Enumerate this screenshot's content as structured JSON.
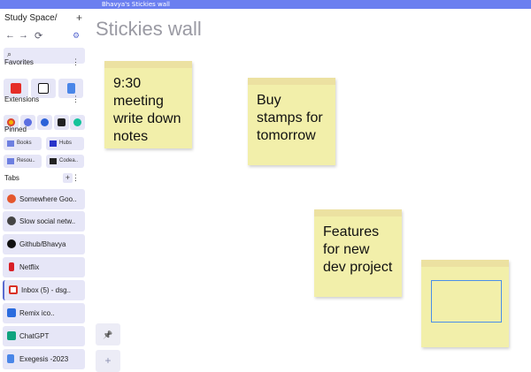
{
  "window": {
    "tab_title": "Bhavya's Stickies wall"
  },
  "sidebar": {
    "space_title": "Study Space/",
    "add_label": "+",
    "nav": {
      "back": "←",
      "forward": "→",
      "reload": "⟳",
      "settings": "⚙"
    },
    "search_icon": "⌕",
    "favorites": {
      "title": "Favorites",
      "items": [
        {
          "name": "youtube",
          "color": "#e52d27"
        },
        {
          "name": "notion",
          "color": "#111111"
        },
        {
          "name": "google-docs",
          "color": "#4a86e8"
        }
      ]
    },
    "extensions": {
      "title": "Extensions",
      "items": [
        {
          "name": "chrome-ext",
          "color": "#f4b400"
        },
        {
          "name": "wordpress-ext",
          "color": "#5b6ee1"
        },
        {
          "name": "blue-ext",
          "color": "#2b62d8"
        },
        {
          "name": "dark-ext",
          "color": "#222222"
        },
        {
          "name": "grammarly-ext",
          "color": "#15c39a"
        }
      ]
    },
    "pinned": {
      "title": "Pinned",
      "items": [
        {
          "label": "Books",
          "color": "#6d7fe0"
        },
        {
          "label": "Hubs",
          "color": "#2833c9"
        },
        {
          "label": "Resou..",
          "color": "#6d7fe0"
        },
        {
          "label": "Codea..",
          "color": "#222222"
        }
      ]
    },
    "tabs": {
      "title": "Tabs",
      "add_label": "+",
      "items": [
        {
          "label": "Somewhere Goo..",
          "color": "#e4572e"
        },
        {
          "label": "Slow social netw..",
          "color": "#444444"
        },
        {
          "label": "Github/Bhavya",
          "color": "#111111"
        },
        {
          "label": "Netflix",
          "color": "#d81f26"
        },
        {
          "label": "Inbox (5) - dsg..",
          "color": "#d93025"
        },
        {
          "label": "Remix ico..",
          "color": "#2b6cde"
        },
        {
          "label": "ChatGPT",
          "color": "#10a37f"
        },
        {
          "label": "Exegesis -2023",
          "color": "#4a86e8"
        }
      ]
    }
  },
  "main": {
    "title": "Stickies wall",
    "stickies": [
      {
        "text": "9:30\nmeeting\nwrite down\nnotes"
      },
      {
        "text": "Buy\nstamps for\ntomorrow"
      },
      {
        "text": "Features\nfor new\ndev project"
      },
      {
        "text": ""
      }
    ],
    "tools": {
      "pin": "📌",
      "add": "+"
    }
  }
}
